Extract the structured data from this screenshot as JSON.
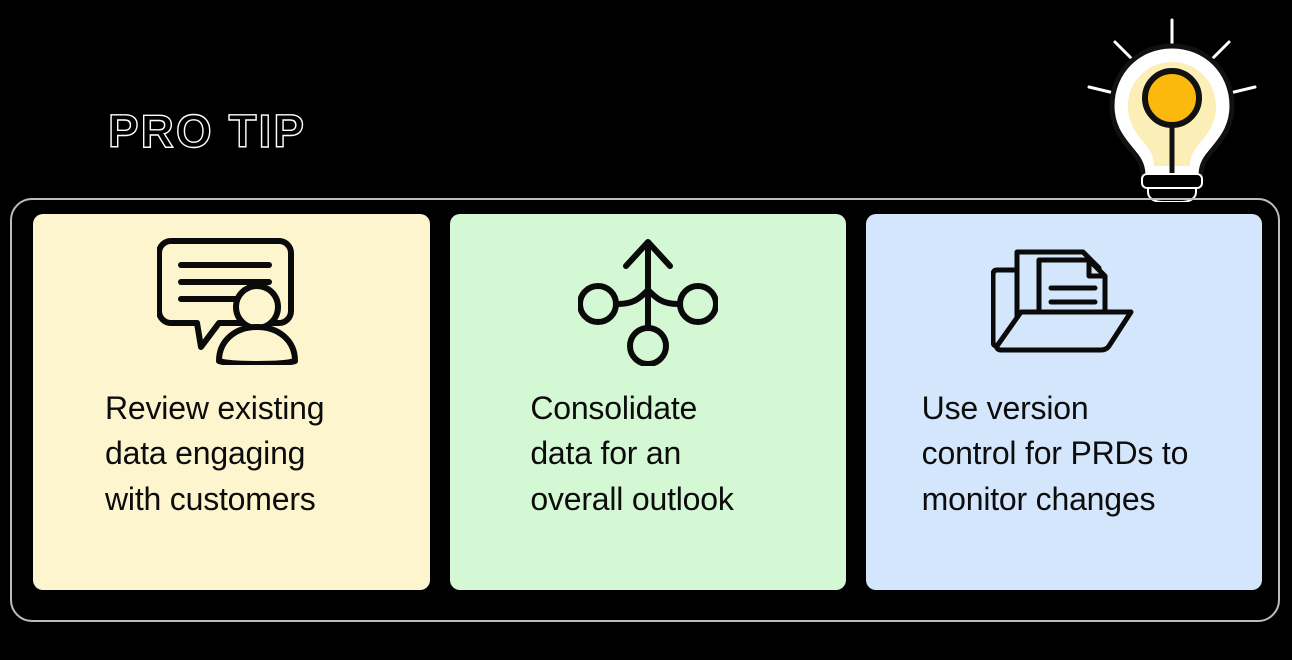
{
  "header": {
    "title": "PRO TIP",
    "icon": "lightbulb-icon",
    "bulb_colors": {
      "outer": "#ffffff",
      "inner_glow": "#fbeeb6",
      "filament": "#fcb90d",
      "outline": "#111111"
    }
  },
  "frame": {
    "border_color": "#b9bcc2"
  },
  "cards": [
    {
      "id": "review-existing-data",
      "icon": "speech-bubble-person-icon",
      "background": "#fdf5ce",
      "text": "Review existing\ndata engaging\nwith customers"
    },
    {
      "id": "consolidate-data",
      "icon": "merge-arrow-icon",
      "background": "#d3f8d3",
      "text": "Consolidate\ndata for an\noverall outlook"
    },
    {
      "id": "use-version-control",
      "icon": "folder-documents-icon",
      "background": "#d3e6fb",
      "text": "Use version\ncontrol for PRDs to\nmonitor changes"
    }
  ],
  "page": {
    "background": "#000000"
  }
}
